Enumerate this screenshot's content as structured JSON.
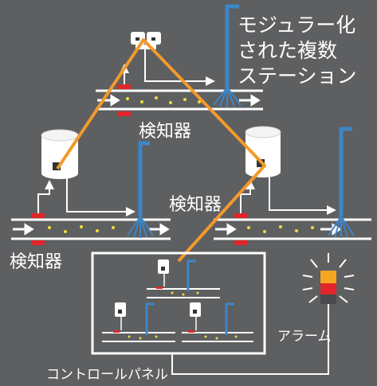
{
  "labels": {
    "title_line1": "モジュラー化",
    "title_line2": "された複数",
    "title_line3": "ステーション",
    "detector_top": "検知器",
    "detector_mid": "検知器",
    "detector_left": "検知器",
    "alarm": "アラーム",
    "control_panel": "コントロールパネル"
  },
  "colors": {
    "background": "#5e5f61",
    "pipe": "#ffffff",
    "network_line": "#f39a2b",
    "outlet_pipe": "#3d86c8",
    "sensor_marker": "#e0262a",
    "particle": "#f0dc3a",
    "alarm_amber": "#f5a623",
    "alarm_red": "#e0262a"
  }
}
